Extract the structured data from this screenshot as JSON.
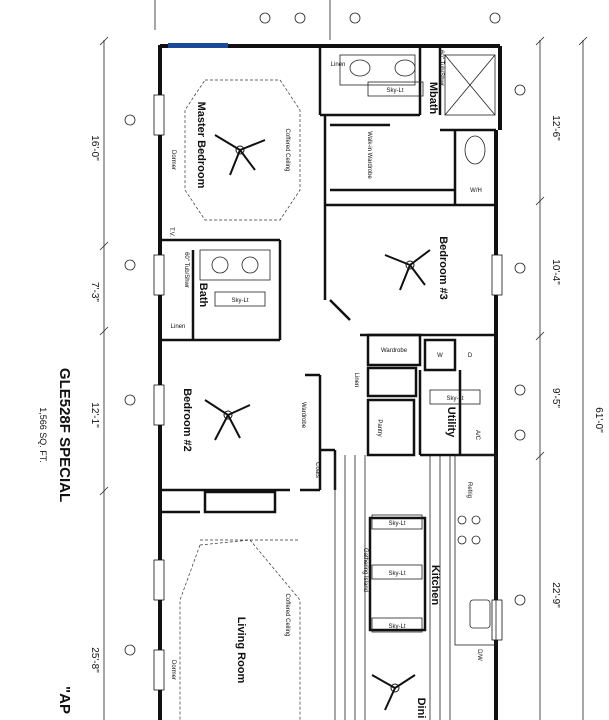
{
  "plan": {
    "model": "GLE528F SPECIAL",
    "area": "1,566 SQ. FT.",
    "partial_label": "\"AP",
    "rooms": {
      "master_bedroom": "Master Bedroom",
      "mbath": "Mbath",
      "walk_in_wardrobe": "Walk-in Wardrobe",
      "bedroom3": "Bedroom #3",
      "bath": "Bath",
      "bedroom2": "Bedroom #2",
      "utility": "Utility",
      "kitchen": "Kitchen",
      "living_room": "Living Room",
      "dining": "Dini",
      "wardrobe": "Wardrobe",
      "wardrobe2": "Wardrobe",
      "pantry": "Pantry",
      "coats": "Coats",
      "linen": "Linen",
      "linen2": "Linen",
      "linen3": "Linen",
      "gathering_island": "Gathering Island",
      "refrig": "Refrig",
      "dw": "D/W"
    },
    "annotations": {
      "coffered_ceiling_master": "Coffered Ceiling",
      "coffered_ceiling_living": "Coffered Ceiling",
      "dormer_master": "Dormer",
      "dormer_living": "Dormer",
      "tub_shower": "60\" Tub/Shwr",
      "tub_shower_master": "60\" Tub/Shwr",
      "sky_lights": [
        "Sky-Lt",
        "Sky-Lt",
        "Sky-Lt",
        "Sky-Lt",
        "Sky-Lt",
        "Sky-Lt"
      ],
      "tv": "T.V.",
      "wh": "W/H",
      "dryer": "D",
      "washer": "W",
      "ac": "A/C"
    },
    "dimensions": {
      "left": [
        "16'-0\"",
        "7'-3\"",
        "12'-1\"",
        "25'-8\""
      ],
      "right": [
        "12'-6\"",
        "10'-4\"",
        "9'-5\"",
        "22'-9\""
      ],
      "total": "61'-0\""
    }
  }
}
